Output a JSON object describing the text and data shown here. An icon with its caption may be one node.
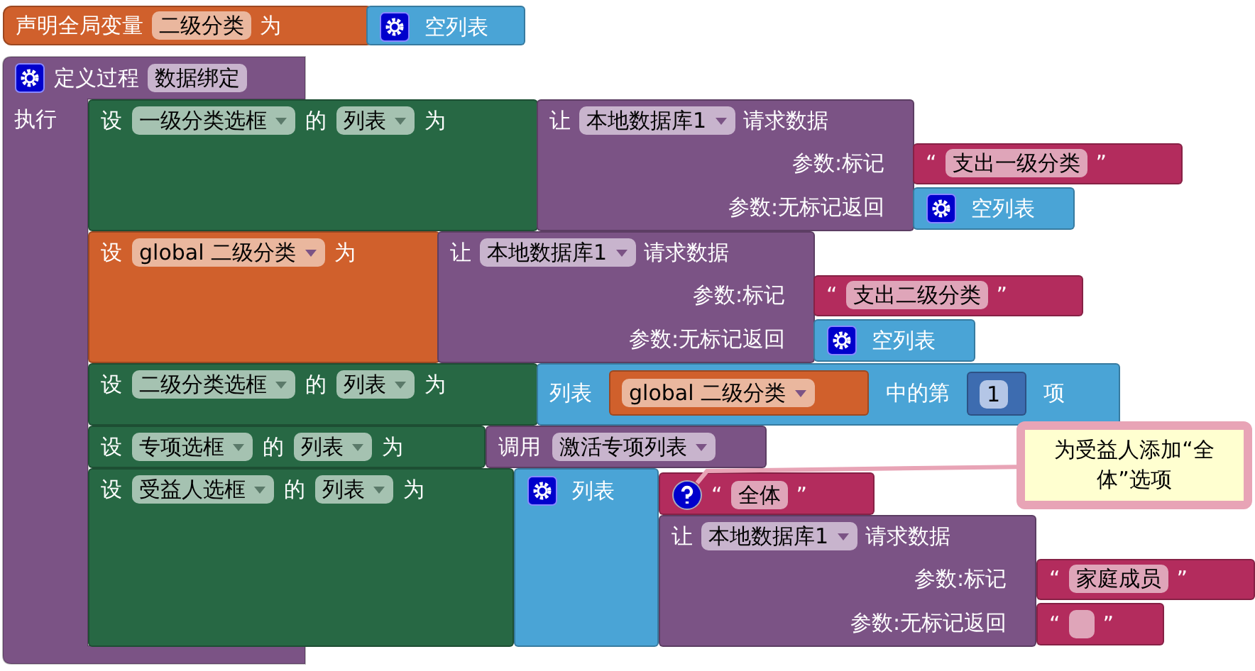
{
  "diagram": {
    "nodes": [
      {
        "text": [
          "声明全局变量",
          "二级分类",
          "为"
        ]
      },
      {
        "text": [
          "空列表"
        ]
      },
      {
        "text": [
          "定义过程",
          "数据绑定",
          "执行"
        ]
      },
      {
        "text": [
          "设",
          "一级分类选框",
          "的",
          "列表",
          "为"
        ]
      },
      {
        "text": [
          "让",
          "本地数据库1",
          "请求数据",
          "参数:标记",
          "参数:无标记返回"
        ]
      },
      {
        "text": [
          "“",
          "支出一级分类",
          "”"
        ]
      },
      {
        "text": [
          "空列表"
        ]
      },
      {
        "text": [
          "设",
          "global 二级分类",
          "为"
        ]
      },
      {
        "text": [
          "让",
          "本地数据库1",
          "请求数据",
          "参数:标记",
          "参数:无标记返回"
        ]
      },
      {
        "text": [
          "“",
          "支出二级分类",
          "”"
        ]
      },
      {
        "text": [
          "空列表"
        ]
      },
      {
        "text": [
          "设",
          "二级分类选框",
          "的",
          "列表",
          "为"
        ]
      },
      {
        "text": [
          "列表",
          "中的第",
          "项"
        ]
      },
      {
        "text": [
          "global 二级分类"
        ],
        "in": 12
      },
      {
        "text": [
          "1"
        ],
        "in": 12
      },
      {
        "text": [
          "设",
          "专项选框",
          "的",
          "列表",
          "为"
        ]
      },
      {
        "text": [
          "调用",
          "激活专项列表"
        ]
      },
      {
        "text": [
          "设",
          "受益人选框",
          "的",
          "列表",
          "为"
        ]
      },
      {
        "text": [
          "列表"
        ]
      },
      {
        "text": [
          "“",
          "全体",
          "”"
        ]
      },
      {
        "text": [],
        "shape": "circle",
        "in": 19
      },
      {
        "text": [
          "让",
          "本地数据库1",
          "请求数据",
          "参数:标记",
          "参数:无标记返回"
        ]
      },
      {
        "text": [
          "“",
          "家庭成员",
          "”"
        ]
      },
      {
        "text": [
          "“",
          "”"
        ]
      },
      {
        "text": [
          "为受益人添加“全体”选项"
        ]
      }
    ],
    "edges": [
      {
        "from": 24,
        "to": 20,
        "arrow": "none"
      }
    ]
  }
}
